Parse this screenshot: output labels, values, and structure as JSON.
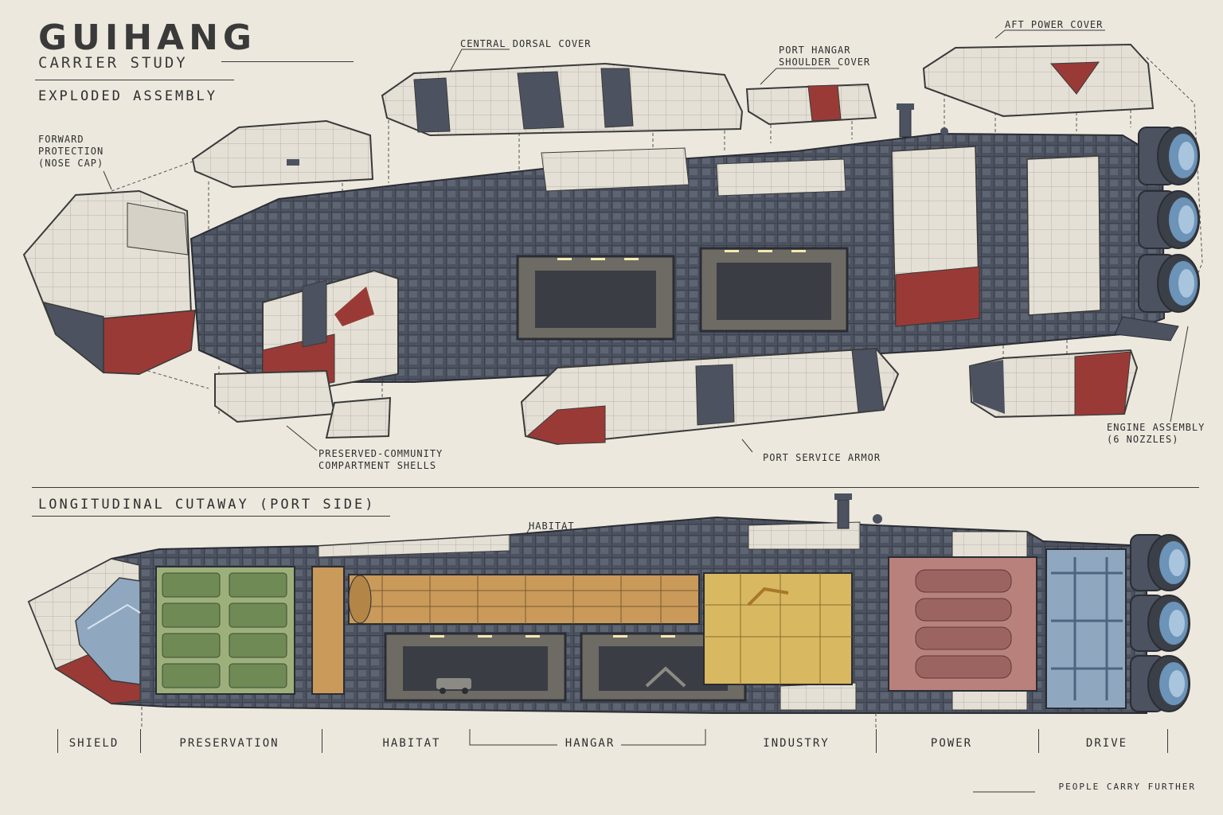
{
  "header": {
    "title": "GUIHANG",
    "subtitle": "CARRIER STUDY",
    "section_exploded": "EXPLODED ASSEMBLY",
    "section_cutaway": "LONGITUDINAL CUTAWAY (PORT SIDE)"
  },
  "callouts": {
    "central_dorsal_cover": "CENTRAL DORSAL COVER",
    "port_hangar_shoulder_cover": "PORT HANGAR\nSHOULDER COVER",
    "aft_power_cover": "AFT POWER COVER",
    "forward_protection": "FORWARD\nPROTECTION\n(NOSE CAP)",
    "compartment_shells": "PRESERVED-COMMUNITY\nCOMPARTMENT SHELLS",
    "port_service_armor": "PORT SERVICE ARMOR",
    "engine_assembly": "ENGINE ASSEMBLY\n(6 NOZZLES)",
    "habitat": "HABITAT"
  },
  "zones": [
    "SHIELD",
    "PRESERVATION",
    "HABITAT",
    "HANGAR",
    "INDUSTRY",
    "POWER",
    "DRIVE"
  ],
  "footer": {
    "motto": "PEOPLE CARRY FURTHER"
  },
  "colors": {
    "paper": "#ece8de",
    "armor_white": "#e4e0d6",
    "hull_grey": "#4c5260",
    "accent_red": "#9a3a36",
    "preservation_green": "#9db07c",
    "habitat_amber": "#c99a5a",
    "industry_yellow": "#d8b860",
    "power_pink": "#b8817c",
    "drive_blue": "#8fa8c0"
  }
}
